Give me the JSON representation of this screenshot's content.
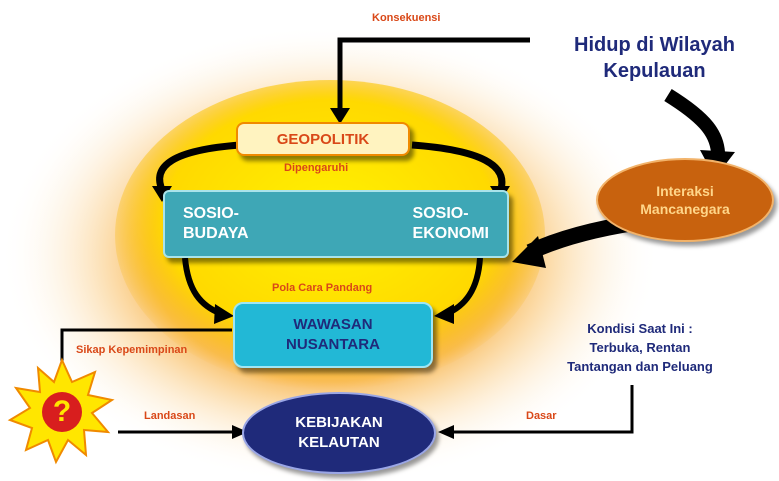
{
  "header": {
    "title_line1": "Hidup di Wilayah",
    "title_line2": "Kepulauan"
  },
  "nodes": {
    "geopolitik": "GEOPOLITIK",
    "sosio_budaya_line1": "SOSIO-",
    "sosio_budaya_line2": "BUDAYA",
    "sosio_ekonomi_line1": "SOSIO-",
    "sosio_ekonomi_line2": "EKONOMI",
    "wawasan_line1": "WAWASAN",
    "wawasan_line2": "NUSANTARA",
    "interaksi_line1": "Interaksi",
    "interaksi_line2": "Mancanegara",
    "kebijakan_line1": "KEBIJAKAN",
    "kebijakan_line2": "KELAUTAN",
    "question_mark": "?"
  },
  "edge_labels": {
    "top": "Konsekuensi",
    "under_geopolitik": "Dipengaruhi",
    "under_sosio": "Pola Cara Pandang",
    "left_middle": "Sikap Kepemimpinan",
    "left_bottom": "Landasan",
    "right_bottom": "Dasar"
  },
  "note": {
    "line1": "Kondisi Saat Ini :",
    "line2": "Terbuka, Rentan",
    "line3": "Tantangan dan Peluang"
  },
  "colors": {
    "glow": "#f5a623",
    "yellow_core": "#ffe600",
    "teal_box": "#3ea7b6",
    "cyan_box": "#22b8d6",
    "orange_ellipse": "#c8620e",
    "navy_ellipse": "#1f2a7a",
    "label_text": "#d94818",
    "heading_text": "#1f2a7a"
  }
}
